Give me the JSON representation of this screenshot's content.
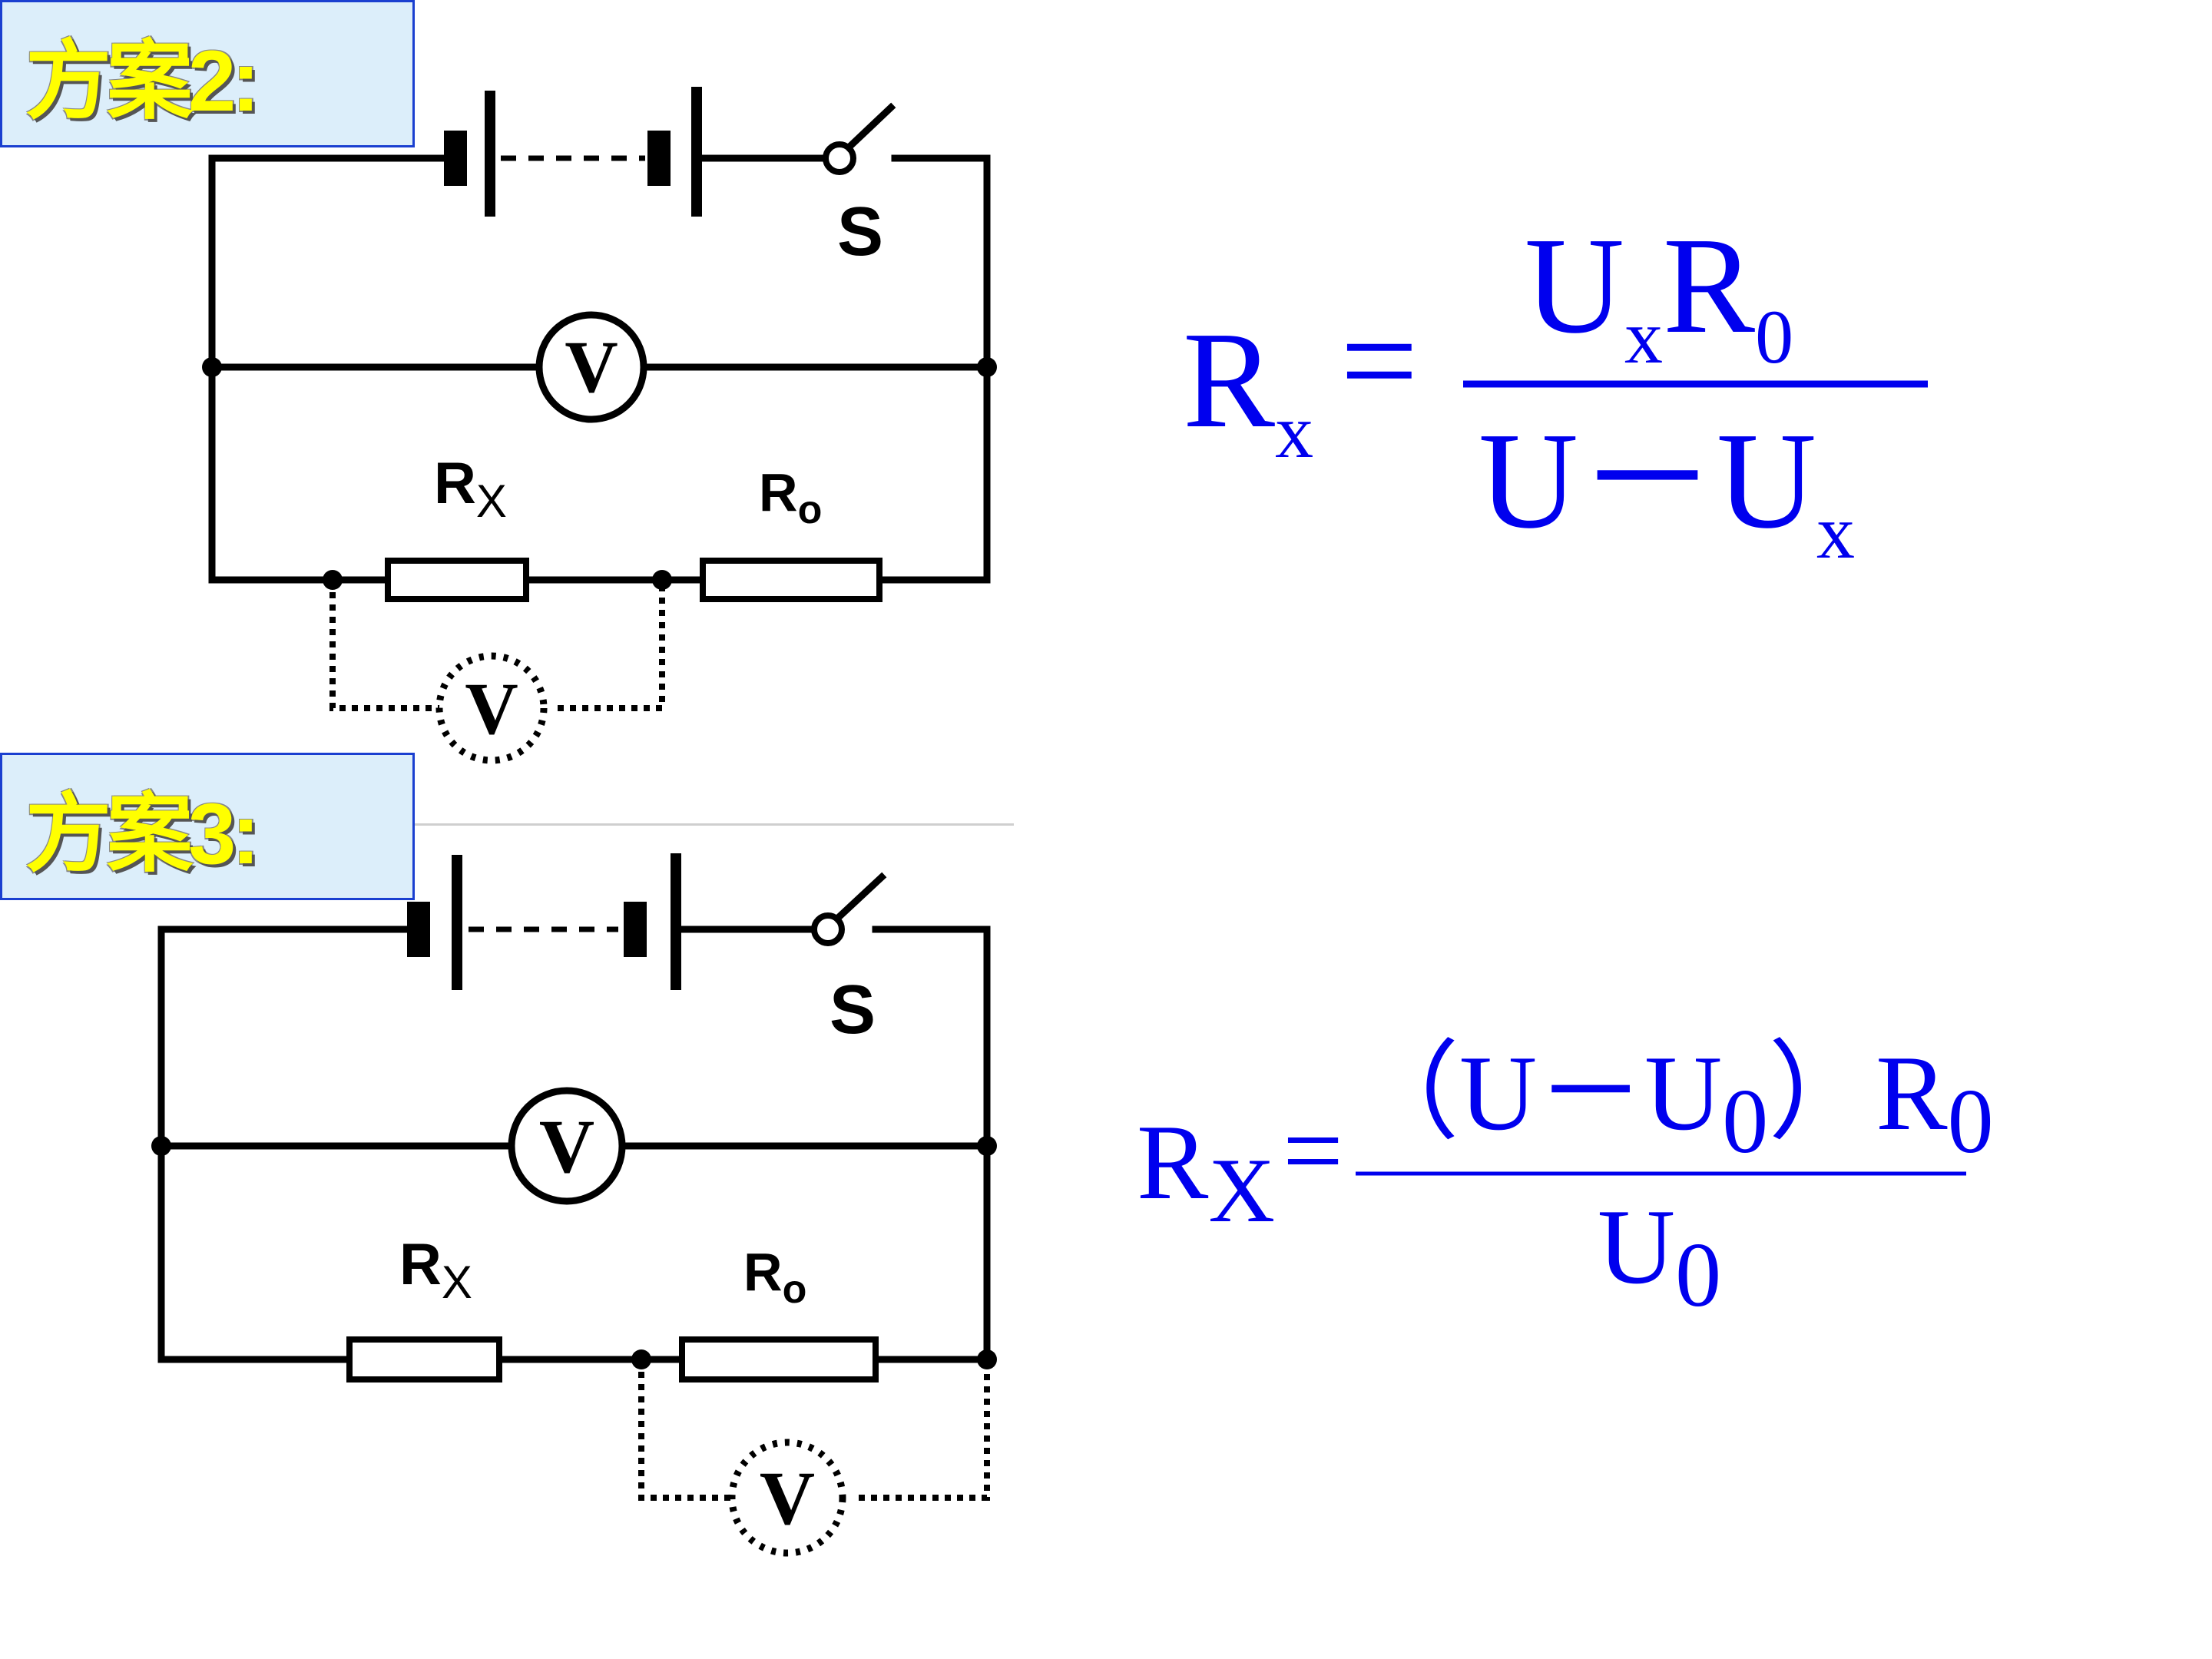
{
  "scheme2": {
    "title": "方案2:",
    "labels": {
      "switch": "S",
      "rx": "R",
      "rx_sub": "X",
      "r0": "R",
      "r0_sub": "o",
      "voltmeter": "V"
    },
    "formula": {
      "lhs": "R",
      "lhs_sub": "x",
      "eq": "=",
      "num_a": "U",
      "num_a_sub": "x",
      "num_b": "R",
      "num_b_sub": "0",
      "den": "U－U",
      "den_sub": "x"
    }
  },
  "scheme3": {
    "title": "方案3:",
    "labels": {
      "switch": "S",
      "rx": "R",
      "rx_sub": "X",
      "r0": "R",
      "r0_sub": "o",
      "voltmeter": "V"
    },
    "formula": {
      "lhs": "R",
      "lhs_sub": "X",
      "eq": "=",
      "num_a": "（U－U",
      "num_a_sub": "0",
      "num_b": "）R",
      "num_b_sub": "0",
      "den": "U",
      "den_sub": "0"
    }
  },
  "colors": {
    "formula": "#0000ee",
    "label_text": "#ffff00",
    "label_bg": "#dceefa",
    "label_border": "#1a3fd0"
  }
}
